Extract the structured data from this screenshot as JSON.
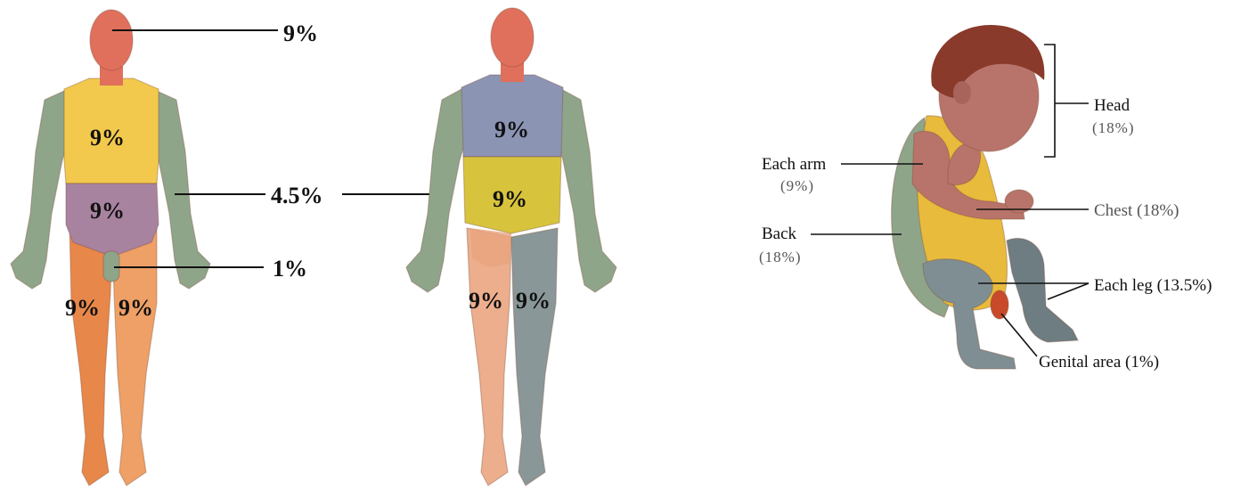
{
  "adult_front": {
    "head": "9%",
    "arm": "4.5%",
    "genital": "1%",
    "chest": "9%",
    "abdomen": "9%",
    "leg_right": "9%",
    "leg_left": "9%"
  },
  "adult_back": {
    "upper_back": "9%",
    "lower_back": "9%",
    "leg_left": "9%",
    "leg_right": "9%"
  },
  "infant": {
    "head_label": "Head",
    "head_pct": "(18%)",
    "arm_label": "Each arm",
    "arm_pct": "(9%)",
    "back_label": "Back",
    "back_pct": "(18%)",
    "chest_label": "Chest (18%)",
    "leg_label": "Each leg (13.5%)",
    "genital_label": "Genital area (1%)"
  },
  "colors": {
    "head": "#e0705c",
    "torso_front": "#f2c94c",
    "abdomen": "#a783a0",
    "arms": "#8fa58a",
    "legs_front": "#e8874a",
    "back_upper": "#8c94b4",
    "back_lower": "#d8c43c",
    "leg_back_left": "#ecae8c",
    "leg_back_right": "#8a9798",
    "infant_skin": "#b8746a",
    "infant_hair": "#8a3a2a",
    "infant_chest": "#e8bb3c",
    "infant_back": "#8fa58a",
    "infant_legs": "#7f8e92"
  }
}
